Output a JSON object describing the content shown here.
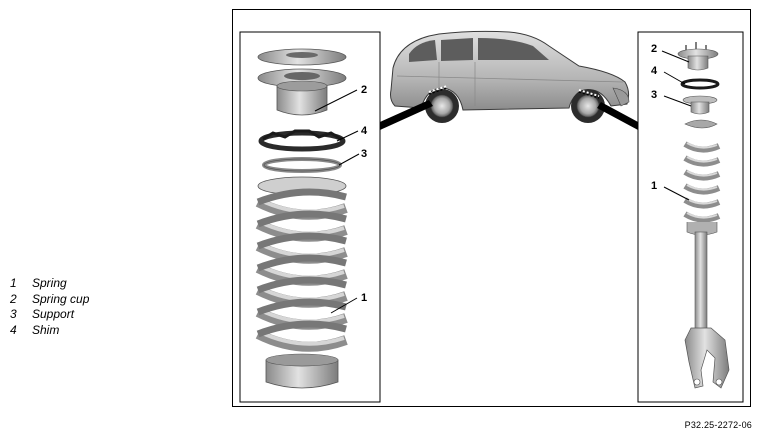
{
  "legend": [
    {
      "num": "1",
      "label": "Spring"
    },
    {
      "num": "2",
      "label": "Spring cup"
    },
    {
      "num": "3",
      "label": "Support"
    },
    {
      "num": "4",
      "label": "Shim"
    }
  ],
  "callouts": {
    "left": {
      "c1": "1",
      "c2": "2",
      "c3": "3",
      "c4": "4"
    },
    "right": {
      "c1": "1",
      "c2": "2",
      "c3": "3",
      "c4": "4"
    }
  },
  "figure_ref": "P32.25-2272-06",
  "colors": {
    "metal": "#b9b9b9",
    "metal_dark": "#6f6f6f",
    "black": "#000000"
  }
}
